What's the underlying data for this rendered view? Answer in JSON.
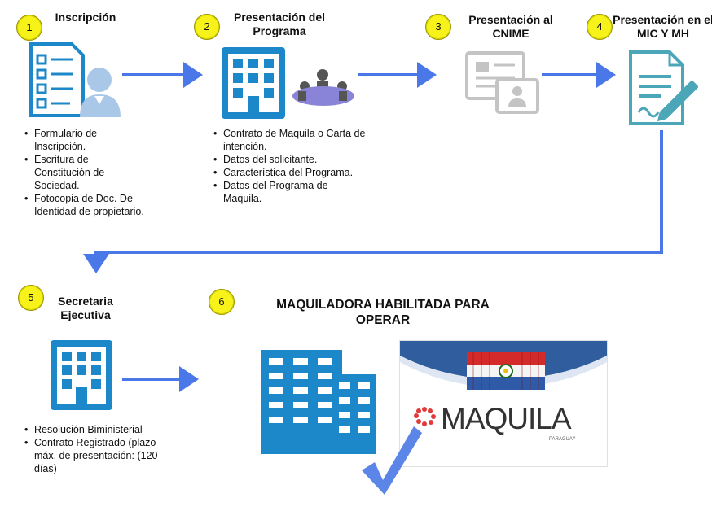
{
  "steps": [
    {
      "number": "1",
      "title": "Inscripción",
      "items": [
        "Formulario de Inscripción.",
        "Escritura de Constitución de Sociedad.",
        "Fotocopia de Doc. De Identidad de propietario."
      ]
    },
    {
      "number": "2",
      "title": "Presentación del Programa",
      "items": [
        "Contrato de Maquila o Carta de intención.",
        "Datos del solicitante.",
        "Característica del Programa.",
        "Datos del Programa de Maquila."
      ]
    },
    {
      "number": "3",
      "title": "Presentación al CNIME",
      "items": []
    },
    {
      "number": "4",
      "title": "Presentación en el MIC Y MH",
      "items": []
    },
    {
      "number": "5",
      "title": "Secretaria Ejecutiva",
      "items": [
        "Resolución Biministerial",
        "Contrato Registrado (plazo máx. de presentación: (120 días)"
      ]
    },
    {
      "number": "6",
      "title": "MAQUILADORA HABILITADA PARA OPERAR",
      "items": []
    }
  ],
  "logo": {
    "text": "MAQUILA",
    "subtext": "PARAGUAY"
  },
  "colors": {
    "arrow": "#4a78e8",
    "icon_blue": "#1c87c9",
    "icon_teal": "#4ba6b8",
    "badge": "#f7f31a"
  }
}
